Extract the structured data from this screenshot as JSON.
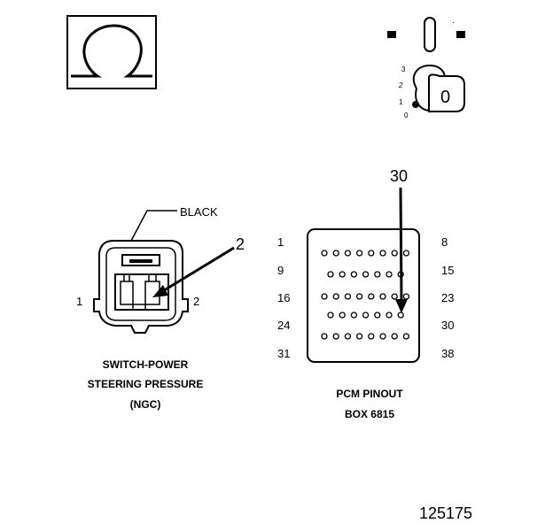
{
  "ohm_symbol": "Ω",
  "ignition_key": {
    "key_label": "0",
    "positions": [
      "3",
      "2",
      "1",
      "0"
    ]
  },
  "connector": {
    "wire_color_label": "BLACK",
    "callout_pin": "2",
    "pin_left": "1",
    "pin_right": "2",
    "caption": [
      "SWITCH-POWER",
      "STEERING PRESSURE",
      "(NGC)"
    ]
  },
  "pcm": {
    "callout_pin": "30",
    "left_row_labels": [
      "1",
      "9",
      "16",
      "24",
      "31"
    ],
    "right_row_labels": [
      "8",
      "15",
      "23",
      "30",
      "38"
    ],
    "caption": [
      "PCM PINOUT",
      "BOX 6815"
    ]
  },
  "figure_number": "125175",
  "colors": {
    "ink": "#000000",
    "background": "#ffffff"
  }
}
